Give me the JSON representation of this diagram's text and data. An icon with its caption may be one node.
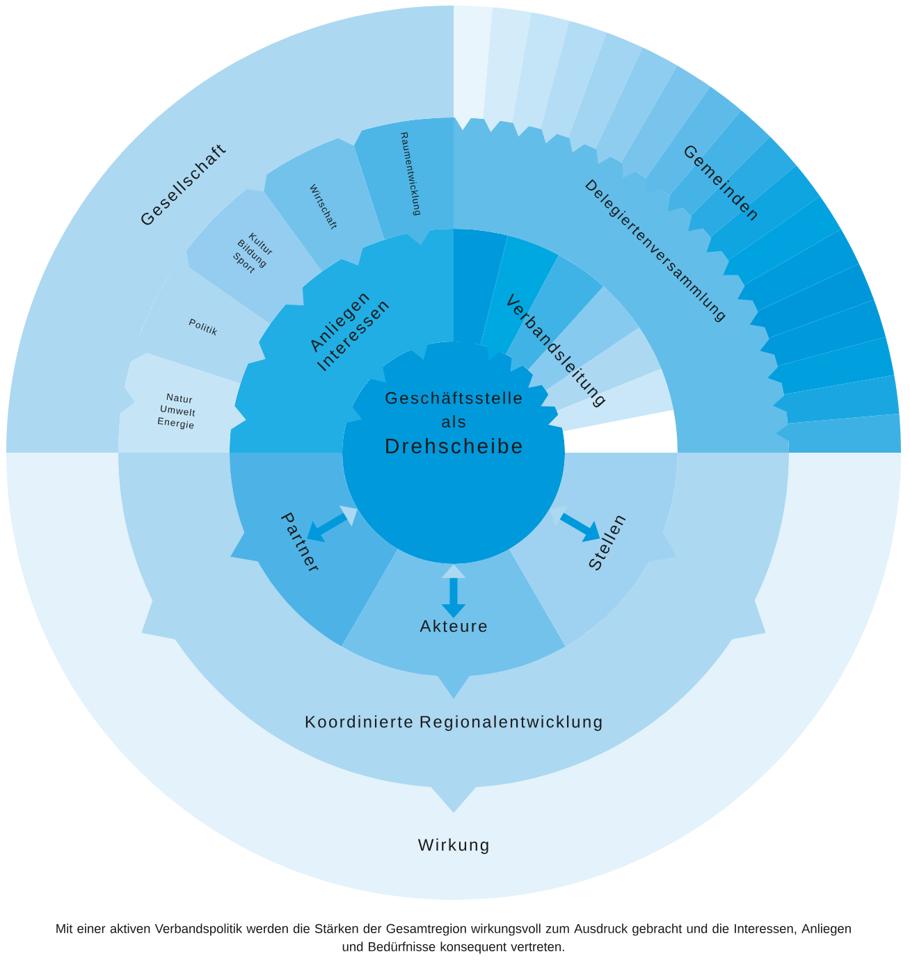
{
  "diagram": {
    "caption": "Mit einer aktiven Verbandspolitik werden die Stärken der Gesamtregion wirkungsvoll zum Ausdruck gebracht und die Interessen, Anliegen und Bedürfnisse konsequent vertreten.",
    "nodes": [
      {
        "text": [
          "Gesellschaft"
        ]
      },
      {
        "text": [
          "Gemeinden"
        ]
      },
      {
        "text": [
          "Natur Umwelt Energie"
        ]
      },
      {
        "text": [
          "Politik"
        ]
      },
      {
        "text": [
          "Kultur Bildung Sport"
        ]
      },
      {
        "text": [
          "Wirtschaft"
        ]
      },
      {
        "text": [
          "Raumentwicklung"
        ]
      },
      {
        "text": [
          "Delegiertenversammlung"
        ]
      },
      {
        "text": [
          "Anliegen Interessen"
        ]
      },
      {
        "text": [
          "Verbandsleitung"
        ]
      },
      {
        "text": [
          "Geschäftsstelle",
          "als",
          "Drehscheibe"
        ]
      },
      {
        "text": [
          "Partner"
        ]
      },
      {
        "text": [
          "Akteure"
        ]
      },
      {
        "text": [
          "Stellen"
        ]
      },
      {
        "text": [
          "Koordinierte Regionalentwicklung"
        ]
      },
      {
        "text": [
          "Wirkung"
        ]
      }
    ],
    "edges": [
      {
        "from": 10,
        "to": 11,
        "arrow": "both"
      },
      {
        "from": 10,
        "to": 12,
        "arrow": "both"
      },
      {
        "from": 10,
        "to": 13,
        "arrow": "both"
      }
    ]
  }
}
